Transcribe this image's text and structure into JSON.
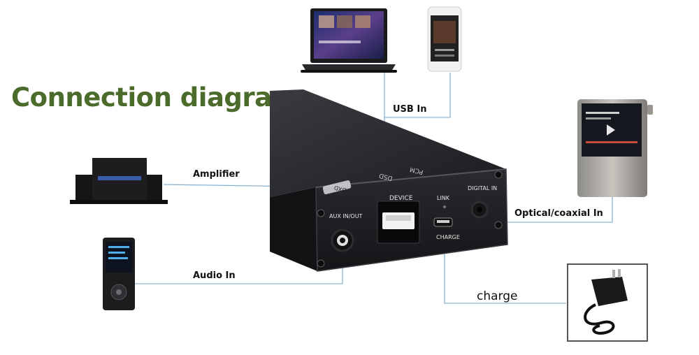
{
  "title": "Connection diagram",
  "colors": {
    "title": "#4a6b2a",
    "wire": "#8ab4d4",
    "device_body": "#1e1e21"
  },
  "connections": {
    "usb_in": "USB In",
    "amplifier": "Amplifier",
    "audio_in": "Audio In",
    "optical_coaxial_in": "Optical/coaxial In",
    "charge": "charge"
  },
  "dac_panel": {
    "aux": "AUX IN/OUT",
    "device": "DEVICE",
    "link": "LINK",
    "charge": "CHARGE",
    "digital_in": "DIGITAL IN",
    "pcm": "PCM",
    "dsd": "DSD",
    "dxd": "DXD"
  },
  "icons": {
    "laptop": "laptop-icon",
    "phone": "smartphone-icon",
    "speakers": "speaker-system-icon",
    "mp3": "mp3-player-icon",
    "hires": "hi-res-player-icon",
    "adapter": "power-adapter-icon"
  }
}
